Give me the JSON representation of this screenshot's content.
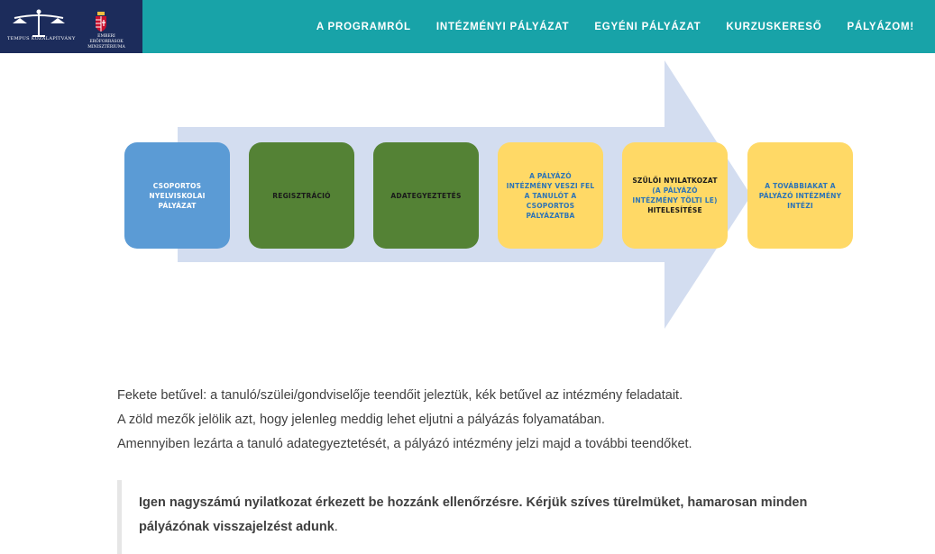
{
  "header": {
    "logo_text": "TEMPUS KÖZALAPÍTVÁNY",
    "logo_text_right": "EMBERI ERŐFORRÁSOK MINISZTÉRIUMA",
    "nav": [
      {
        "label": "A PROGRAMRÓL"
      },
      {
        "label": "INTÉZMÉNYI PÁLYÁZAT"
      },
      {
        "label": "EGYÉNI PÁLYÁZAT"
      },
      {
        "label": "KURZUSKERESŐ"
      },
      {
        "label": "PÁLYÁZOM!"
      }
    ]
  },
  "diagram": {
    "arrow_color": "#d3ddf0",
    "steps": [
      {
        "text": "CSOPORTOS NYELVISKOLAI PÁLYÁZAT",
        "color": "#5b9bd5"
      },
      {
        "text": "REGISZTRÁCIÓ",
        "color": "#548235"
      },
      {
        "text": "ADATEGYEZTETÉS",
        "color": "#548235"
      },
      {
        "text": "A PÁLYÁZÓ INTÉZMÉNY VESZI FEL A TANULÓT A CSOPORTOS PÁLYÁZATBA",
        "color": "#ffd966"
      },
      {
        "text_dark": "SZÜLŐI NYILATKOZAT",
        "text_blue": "(A PÁLYÁZÓ INTÉZMÉNY TÖLTI LE)",
        "text_dark2": "HITELESÍTÉSE",
        "color": "#ffd966"
      },
      {
        "text": "A TOVÁBBIAKAT A PÁLYÁZÓ INTÉZMÉNY INTÉZI",
        "color": "#ffd966"
      }
    ]
  },
  "info": {
    "lines": [
      "Fekete betűvel: a tanuló/szülei/gondviselője teendőit jeleztük, kék betűvel az intézmény feladatait.",
      "A zöld mezők jelölik azt, hogy jelenleg meddig lehet eljutni a pályázás folyamatában.",
      "Amennyiben lezárta a tanuló adategyeztetését, a pályázó intézmény jelzi majd a további teendőket."
    ]
  },
  "notice": {
    "bold": "Igen nagyszámú nyilatkozat érkezett be hozzánk ellenőrzésre. Kérjük szíves türelmüket, hamarosan minden pályázónak visszajelzést adunk",
    "tail": "."
  }
}
